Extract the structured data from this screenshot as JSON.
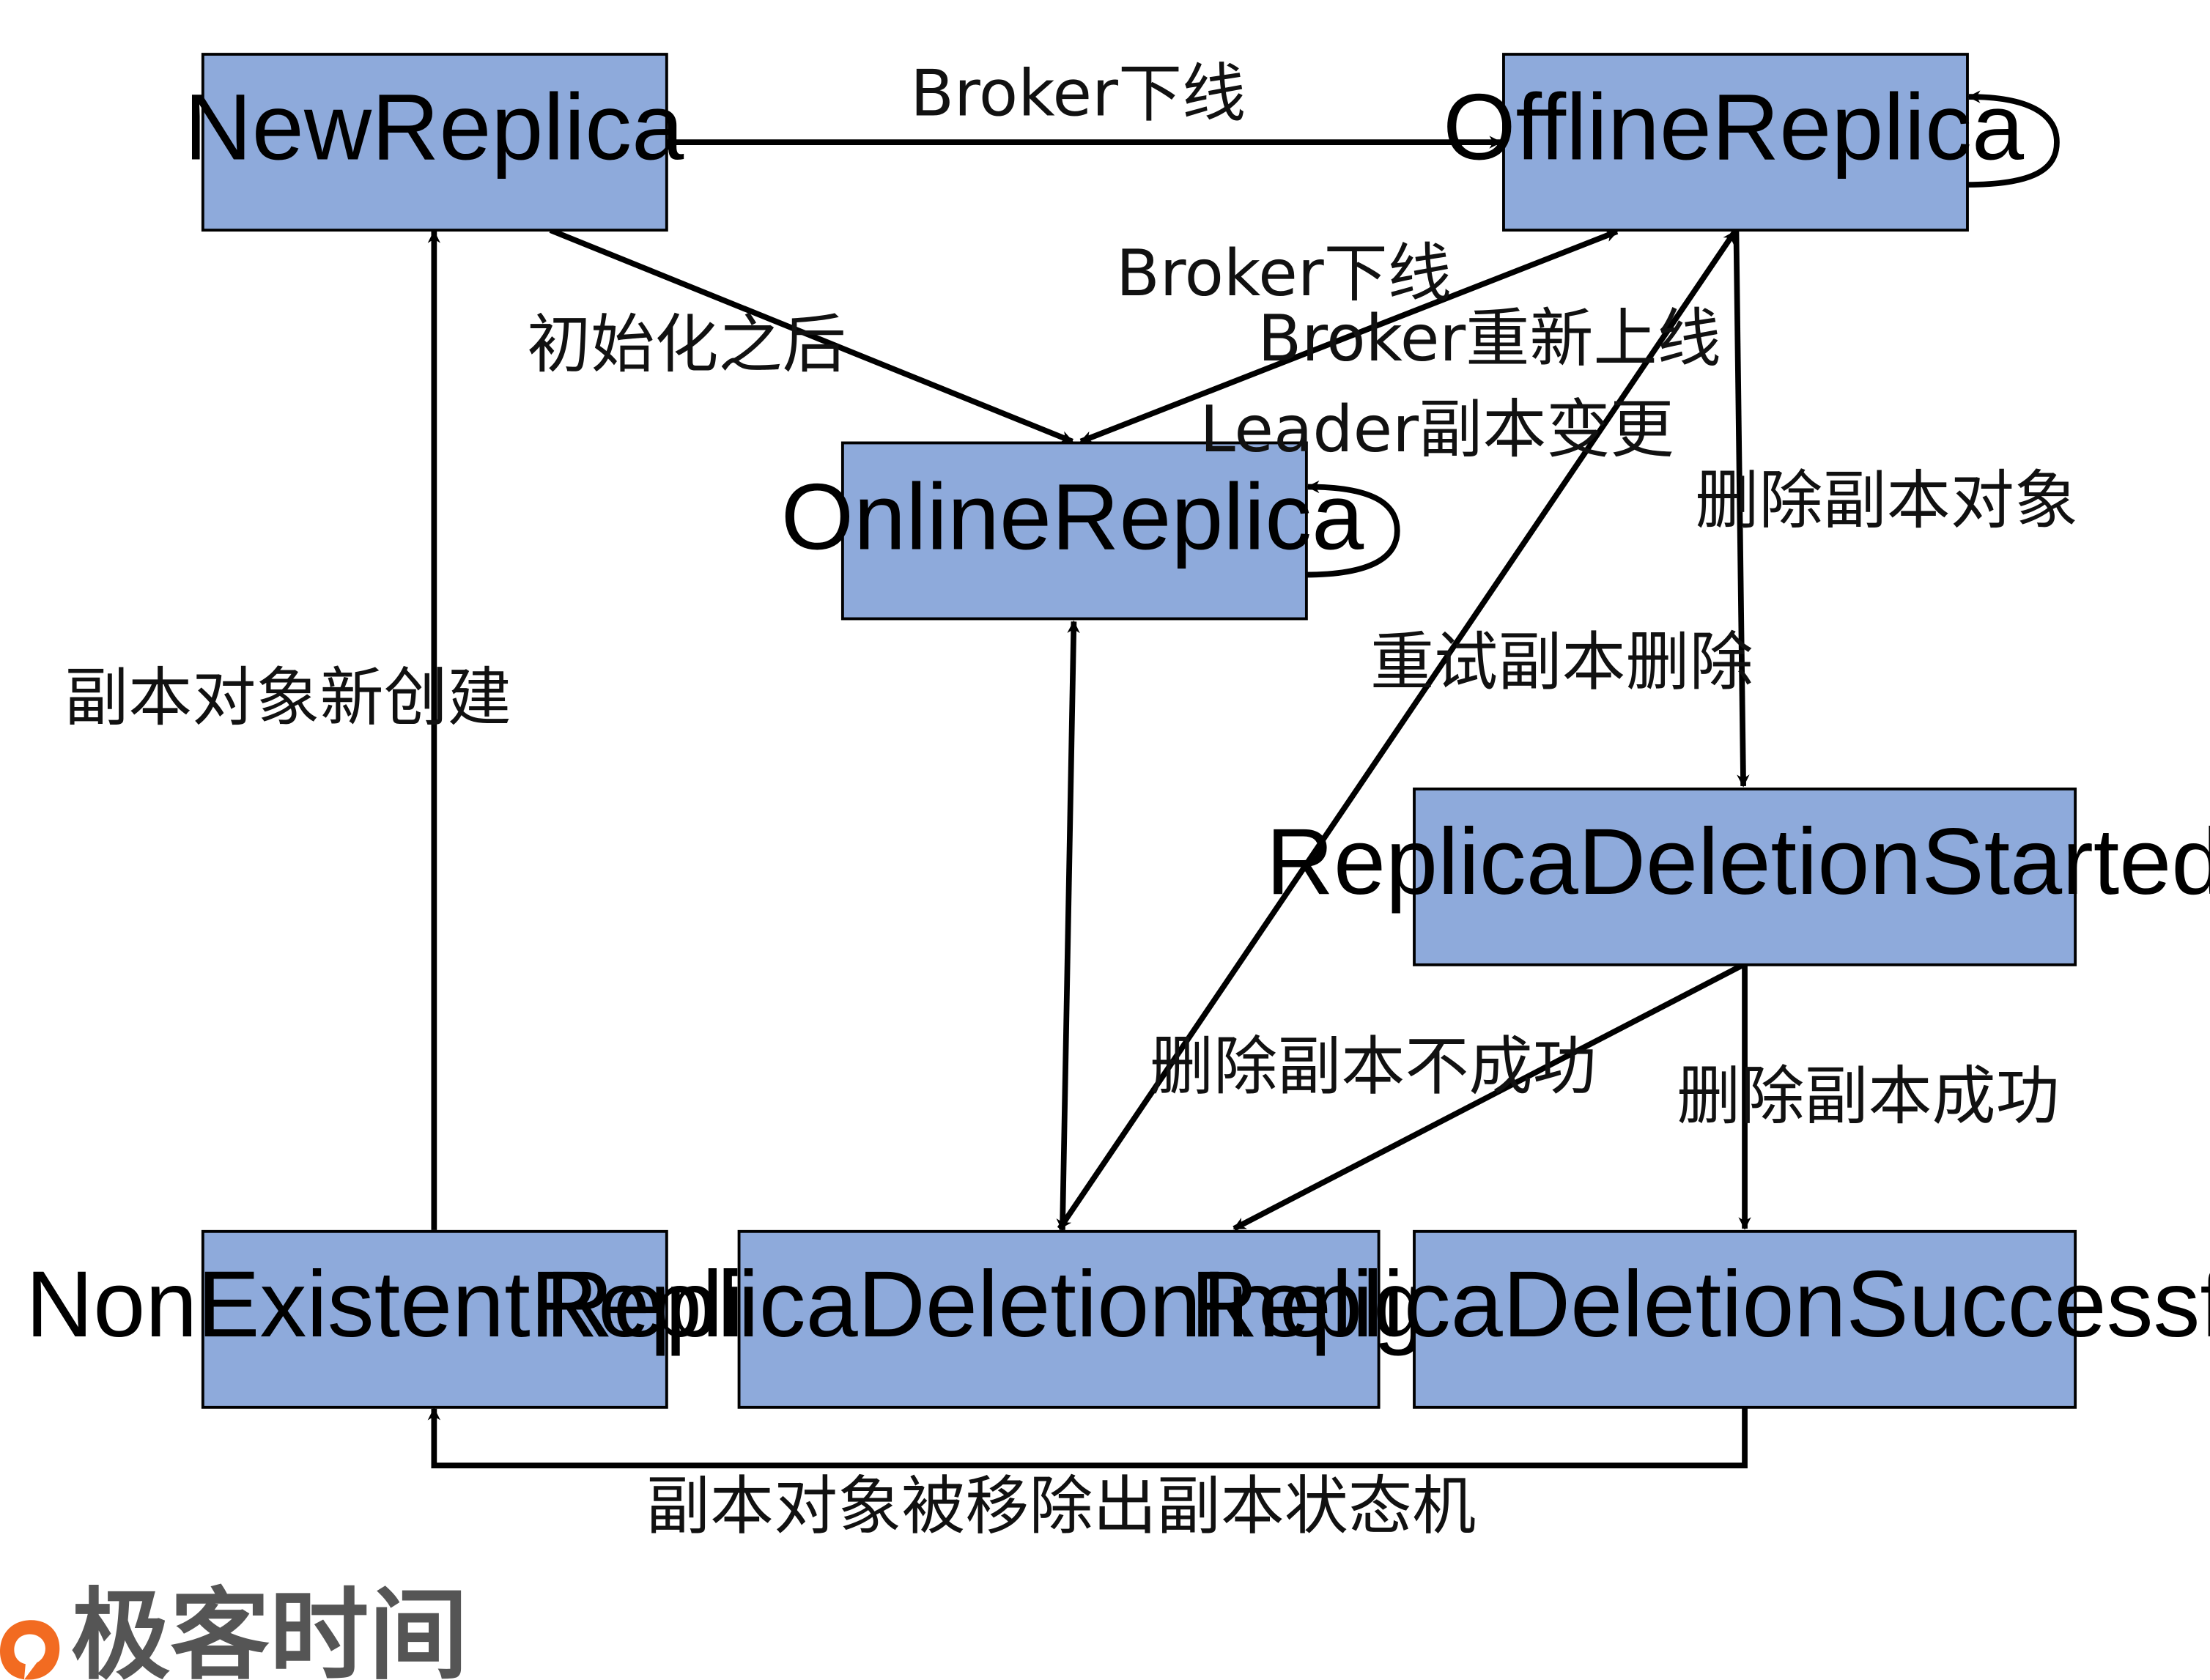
{
  "colors": {
    "node_fill": "#8eaadb",
    "node_stroke": "#000000",
    "edge": "#000000",
    "logo_orange": "#f26b21",
    "logo_text": "#555555"
  },
  "nodes": {
    "new_replica": "NewReplica",
    "offline_replica": "OfflineReplica",
    "online_replica": "OnlineReplica",
    "deletion_started": "ReplicaDeletionStarted",
    "nonexistent_replica": "NonExistentReplica",
    "deletion_ineligible": "ReplicaDeletionIneligible",
    "deletion_successful": "ReplicaDeletionSuccessful"
  },
  "edges": {
    "new_to_offline": "Broker下线",
    "new_to_online": "初始化之后",
    "online_to_offline": "Broker下线",
    "offline_to_online": "Broker重新上线",
    "online_self": "Leader副本变更",
    "offline_to_started": "删除副本对象",
    "ineligible_to_offline": "重试副本删除",
    "nonexistent_to_new": "副本对象新创建",
    "started_to_ineligible": "删除副本不成功",
    "started_to_successful": "删除副本成功",
    "successful_to_nonexistent": "副本对象被移除出副本状态机"
  },
  "logo": {
    "text": "极客时间",
    "icon": "geektime-logo-icon"
  }
}
